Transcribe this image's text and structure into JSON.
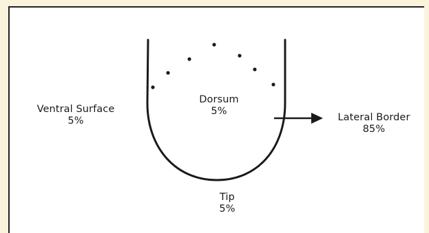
{
  "diagram": {
    "regions": {
      "ventral": {
        "name": "Ventral Surface",
        "value": "5%"
      },
      "dorsum": {
        "name": "Dorsum",
        "value": "5%"
      },
      "lateral": {
        "name": "Lateral Border",
        "value": "85%"
      },
      "tip": {
        "name": "Tip",
        "value": "5%"
      }
    },
    "dots": 7,
    "colors": {
      "frame": "#fbf3dc",
      "panel": "#ffffff",
      "ink": "#1a1a1a"
    }
  }
}
